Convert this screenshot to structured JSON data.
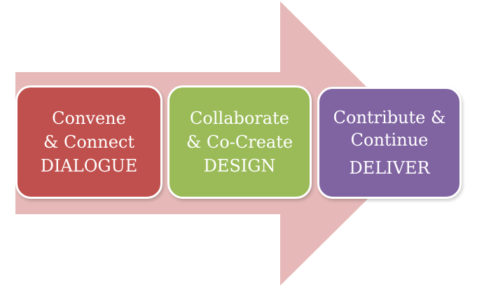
{
  "diagram": {
    "arrow_color": "#e6b9b8",
    "stages": [
      {
        "color": "#c0504d",
        "lines": [
          "Convene",
          "& Connect",
          "DIALOGUE"
        ]
      },
      {
        "color": "#9bbb59",
        "lines": [
          "Collaborate",
          "& Co-Create",
          "DESIGN"
        ]
      },
      {
        "color": "#8064a2",
        "lines": [
          "Contribute &",
          "Continue",
          "DELIVER"
        ]
      }
    ]
  }
}
